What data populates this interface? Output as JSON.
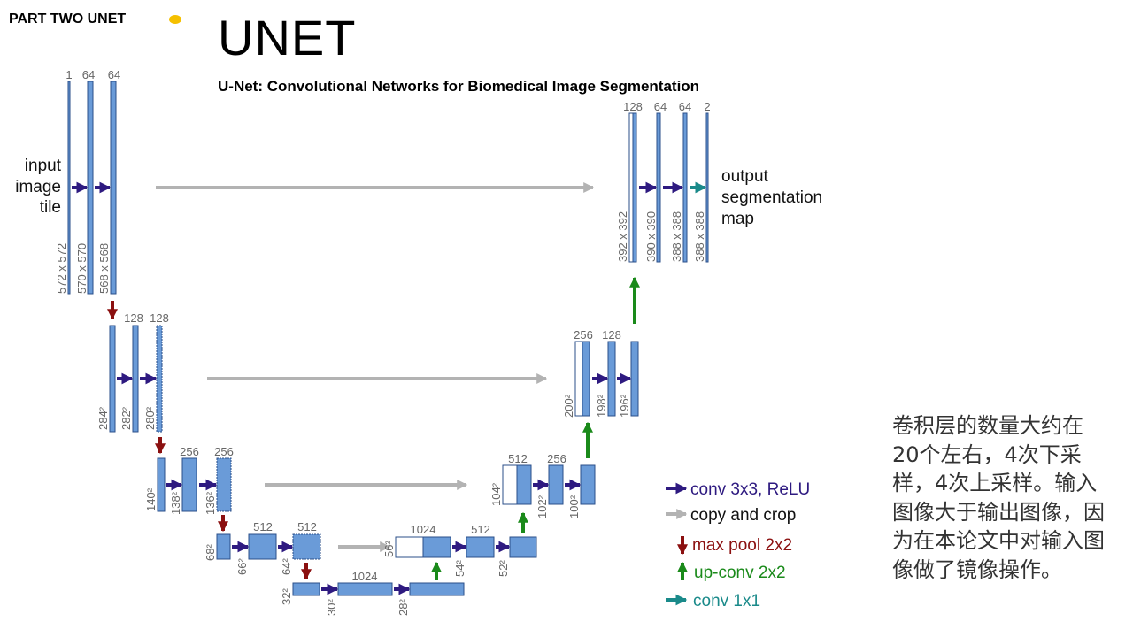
{
  "header": {
    "section_label": "PART TWO UNET",
    "title": "UNET",
    "subtitle": "U-Net: Convolutional Networks for Biomedical Image Segmentation"
  },
  "note": "卷积层的数量大约在20个左右，4次下采样，4次上采样。输入图像大于输出图像，因为在本论文中对输入图像做了镜像操作。",
  "diagram": {
    "input_label": [
      "input",
      "image",
      "tile"
    ],
    "output_label": [
      "output",
      "segmentation",
      "map"
    ],
    "channel_labels": {
      "l1": [
        "1",
        "64",
        "64"
      ],
      "l2": [
        "128",
        "128"
      ],
      "l3": [
        "256",
        "256"
      ],
      "l4": [
        "512",
        "512"
      ],
      "l5": [
        "1024"
      ],
      "r4": [
        "1024",
        "512"
      ],
      "r3": [
        "512",
        "256"
      ],
      "r2": [
        "256",
        "128"
      ],
      "r1": [
        "128",
        "64",
        "64",
        "2"
      ]
    },
    "size_labels": {
      "l1": [
        "572 x 572",
        "570 x 570",
        "568 x 568"
      ],
      "l2": [
        "284²",
        "282²",
        "280²"
      ],
      "l3": [
        "140²",
        "138²",
        "136²"
      ],
      "l4": [
        "68²",
        "66²",
        "64²"
      ],
      "l5": [
        "32²",
        "30²",
        "28²"
      ],
      "r4": [
        "56²",
        "54²",
        "52²"
      ],
      "r3": [
        "104²",
        "102²",
        "100²"
      ],
      "r2": [
        "200²",
        "198²",
        "196²"
      ],
      "r1": [
        "392 x 392",
        "390 x 390",
        "388 x 388",
        "388 x 388"
      ]
    },
    "colors": {
      "block": "#6a9bd8",
      "block_border": "#2b4f8a",
      "conv": "#2e1a80",
      "copy": "#b3b3b3",
      "maxpool": "#8b1010",
      "upconv": "#1a8a1a",
      "conv1x1": "#1a8a8a"
    }
  },
  "legend": {
    "conv": "conv 3x3, ReLU",
    "copy": "copy and crop",
    "maxpool": "max pool 2x2",
    "upconv": "up-conv 2x2",
    "conv1x1": "conv 1x1"
  }
}
